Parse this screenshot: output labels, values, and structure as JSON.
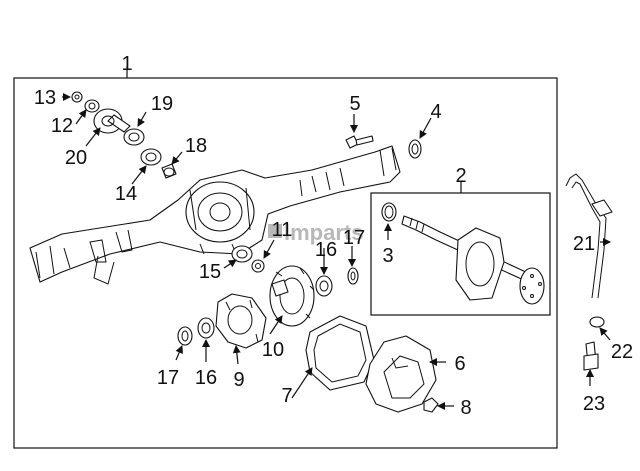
{
  "diagram": {
    "callouts": [
      "1",
      "2",
      "3",
      "4",
      "5",
      "6",
      "7",
      "8",
      "9",
      "10",
      "11",
      "12",
      "13",
      "14",
      "15",
      "16",
      "16",
      "17",
      "17",
      "18",
      "19",
      "20",
      "21",
      "22",
      "23"
    ],
    "watermark": "lmparts"
  }
}
